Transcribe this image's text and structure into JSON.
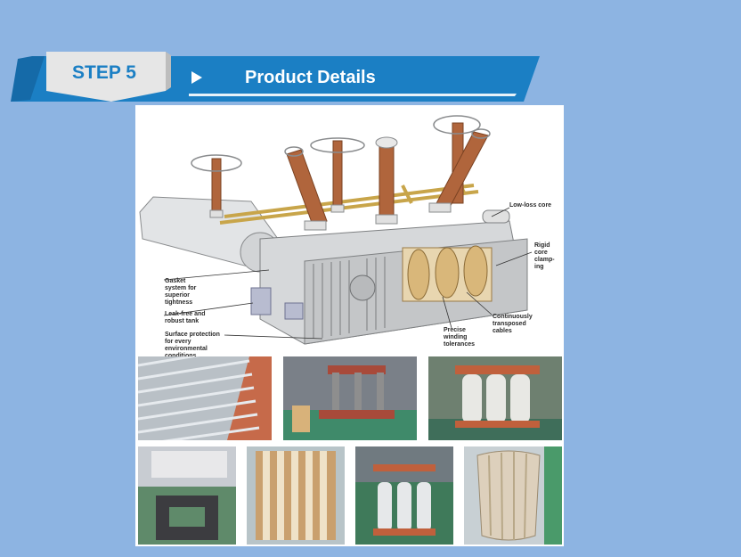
{
  "header": {
    "step_label": "STEP 5",
    "title": "Product Details"
  },
  "diagram": {
    "callouts": {
      "low_loss_core": "Low-loss core",
      "rigid_core_clamping": "Rigid\ncore\nclamp-\ning",
      "gasket_system": "Gasket\nsystem for\nsuperior\ntightness",
      "leak_free_tank": "Leak-free and\nrobust tank",
      "surface_protection": "Surface protection\nfor every\nenvironmental\nconditions",
      "continuously_transposed": "Continuously\ntransposed\ncables",
      "precise_winding": "Precise\nwinding\ntolerances"
    }
  },
  "colors": {
    "background": "#8db4e2",
    "banner_blue": "#1b7fc4",
    "step_tag": "#e6e6e6",
    "bushing": "#b0653c"
  },
  "icons": {
    "arrow": "play-triangle-icon"
  }
}
